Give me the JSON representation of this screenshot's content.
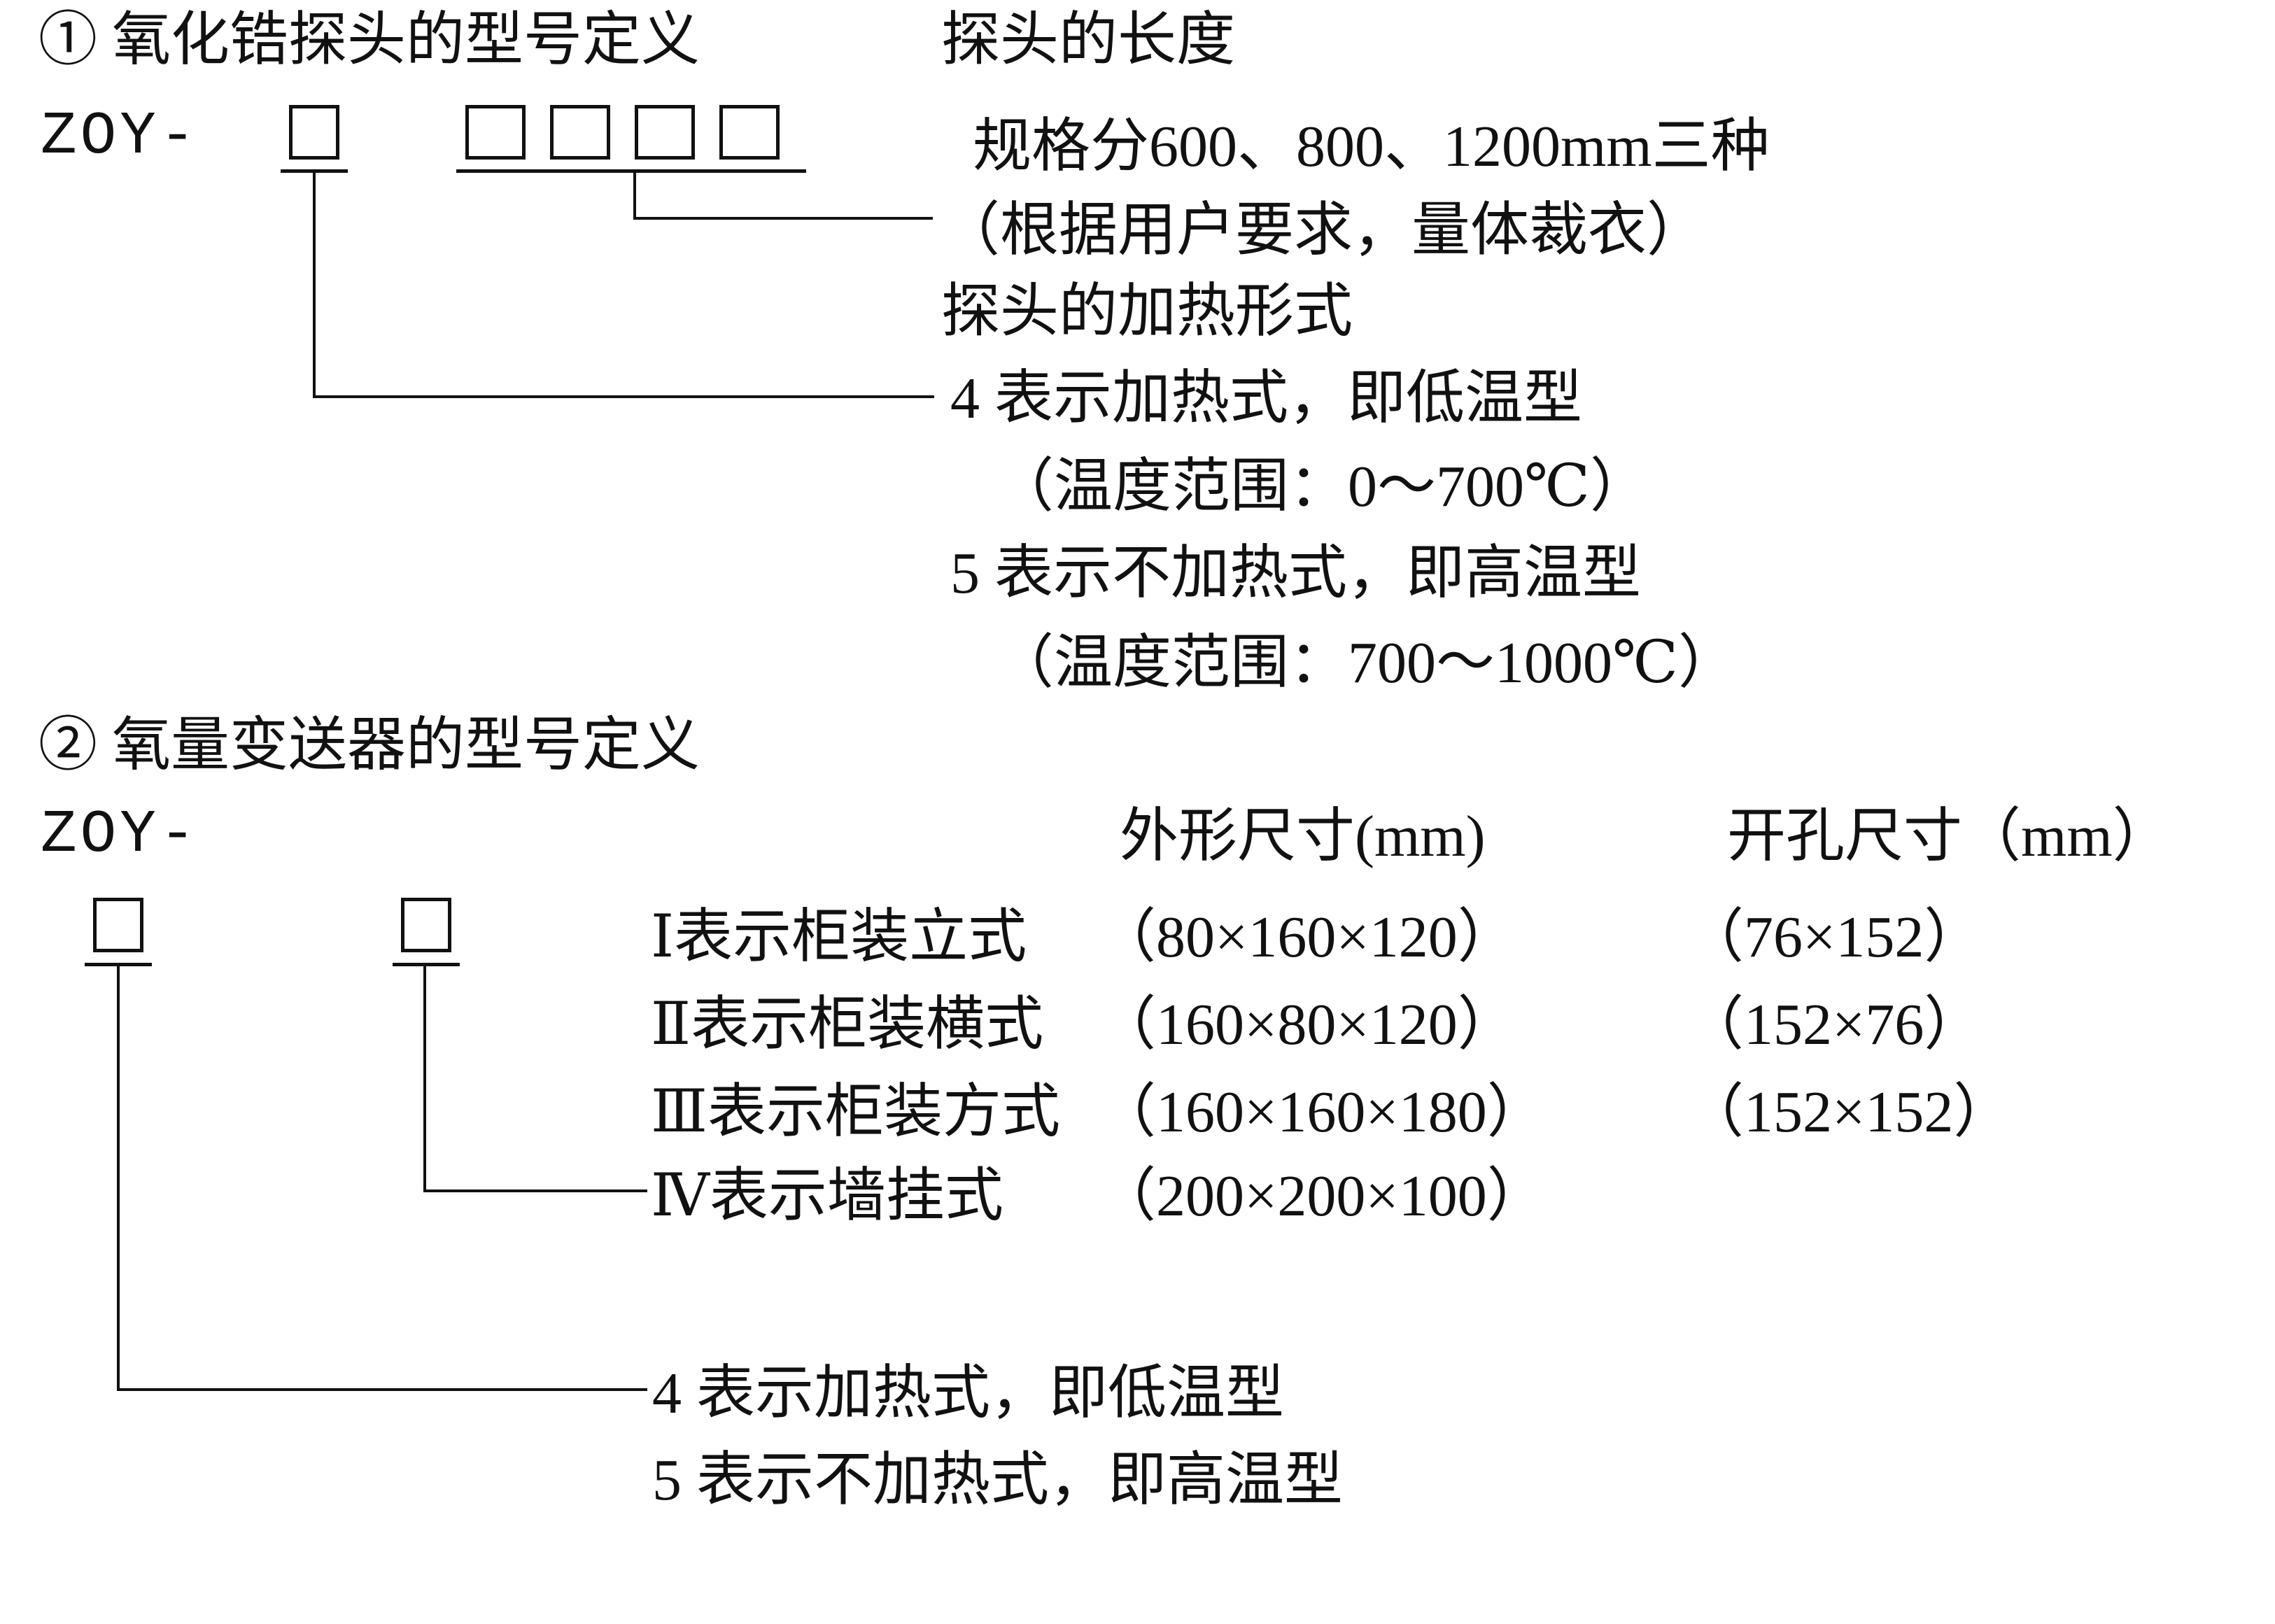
{
  "page": {
    "background": "#ffffff",
    "ink": "#111111"
  },
  "section1": {
    "title": "① 氧化锆探头的型号定义",
    "model_prefix": "ZOY-",
    "length": {
      "heading": "探头的长度",
      "spec": "规格分600、800、1200mm三种",
      "note": "（根据用户要求，量体裁衣）"
    },
    "heating": {
      "heading": "探头的加热形式",
      "option4": "4 表示加热式，即低温型",
      "option4_range": "（温度范围：0～700℃）",
      "option5": "5 表示不加热式，即高温型",
      "option5_range": "（温度范围：700～1000℃）"
    }
  },
  "section2": {
    "title": "② 氧量变送器的型号定义",
    "model_prefix": "ZOY-",
    "headers": {
      "dimensions": "外形尺寸(mm)",
      "hole": "开孔尺寸（mm）"
    },
    "rows": [
      {
        "name": "Ⅰ表示柜装立式",
        "dims": "（80×160×120）",
        "hole": "（76×152）"
      },
      {
        "name": "Ⅱ表示柜装横式",
        "dims": "（160×80×120）",
        "hole": "（152×76）"
      },
      {
        "name": "Ⅲ表示柜装方式",
        "dims": "（160×160×180）",
        "hole": "（152×152）"
      },
      {
        "name": "Ⅳ表示墙挂式",
        "dims": "（200×200×100）",
        "hole": ""
      }
    ],
    "heating": {
      "option4": "4 表示加热式，即低温型",
      "option5": "5 表示不加热式，即高温型"
    }
  }
}
